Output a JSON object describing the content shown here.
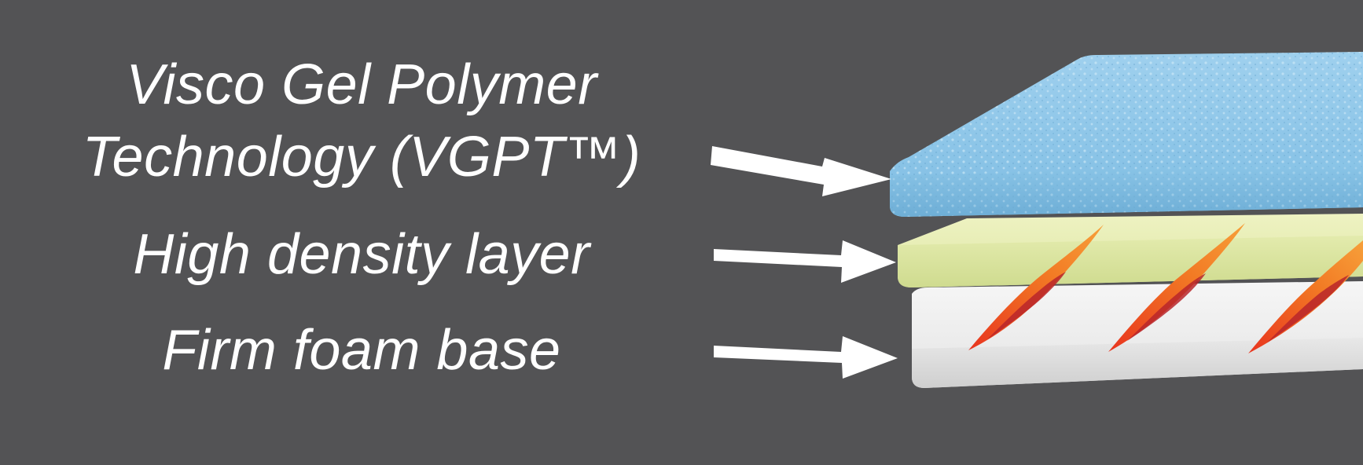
{
  "layers": [
    {
      "label_lines": [
        "Visco Gel Polymer",
        "Technology (VGPT™)"
      ],
      "color": "#8cc3e5"
    },
    {
      "label_lines": [
        "High density layer"
      ],
      "color": "#e6ecb0"
    },
    {
      "label_lines": [
        "Firm foam base"
      ],
      "color": "#eeeeee"
    }
  ],
  "accent_colors": {
    "background": "#535355",
    "flame_outer": "#f07a22",
    "flame_inner": "#d8302b"
  },
  "icons": [
    "arrow-icon",
    "flame-icon"
  ]
}
